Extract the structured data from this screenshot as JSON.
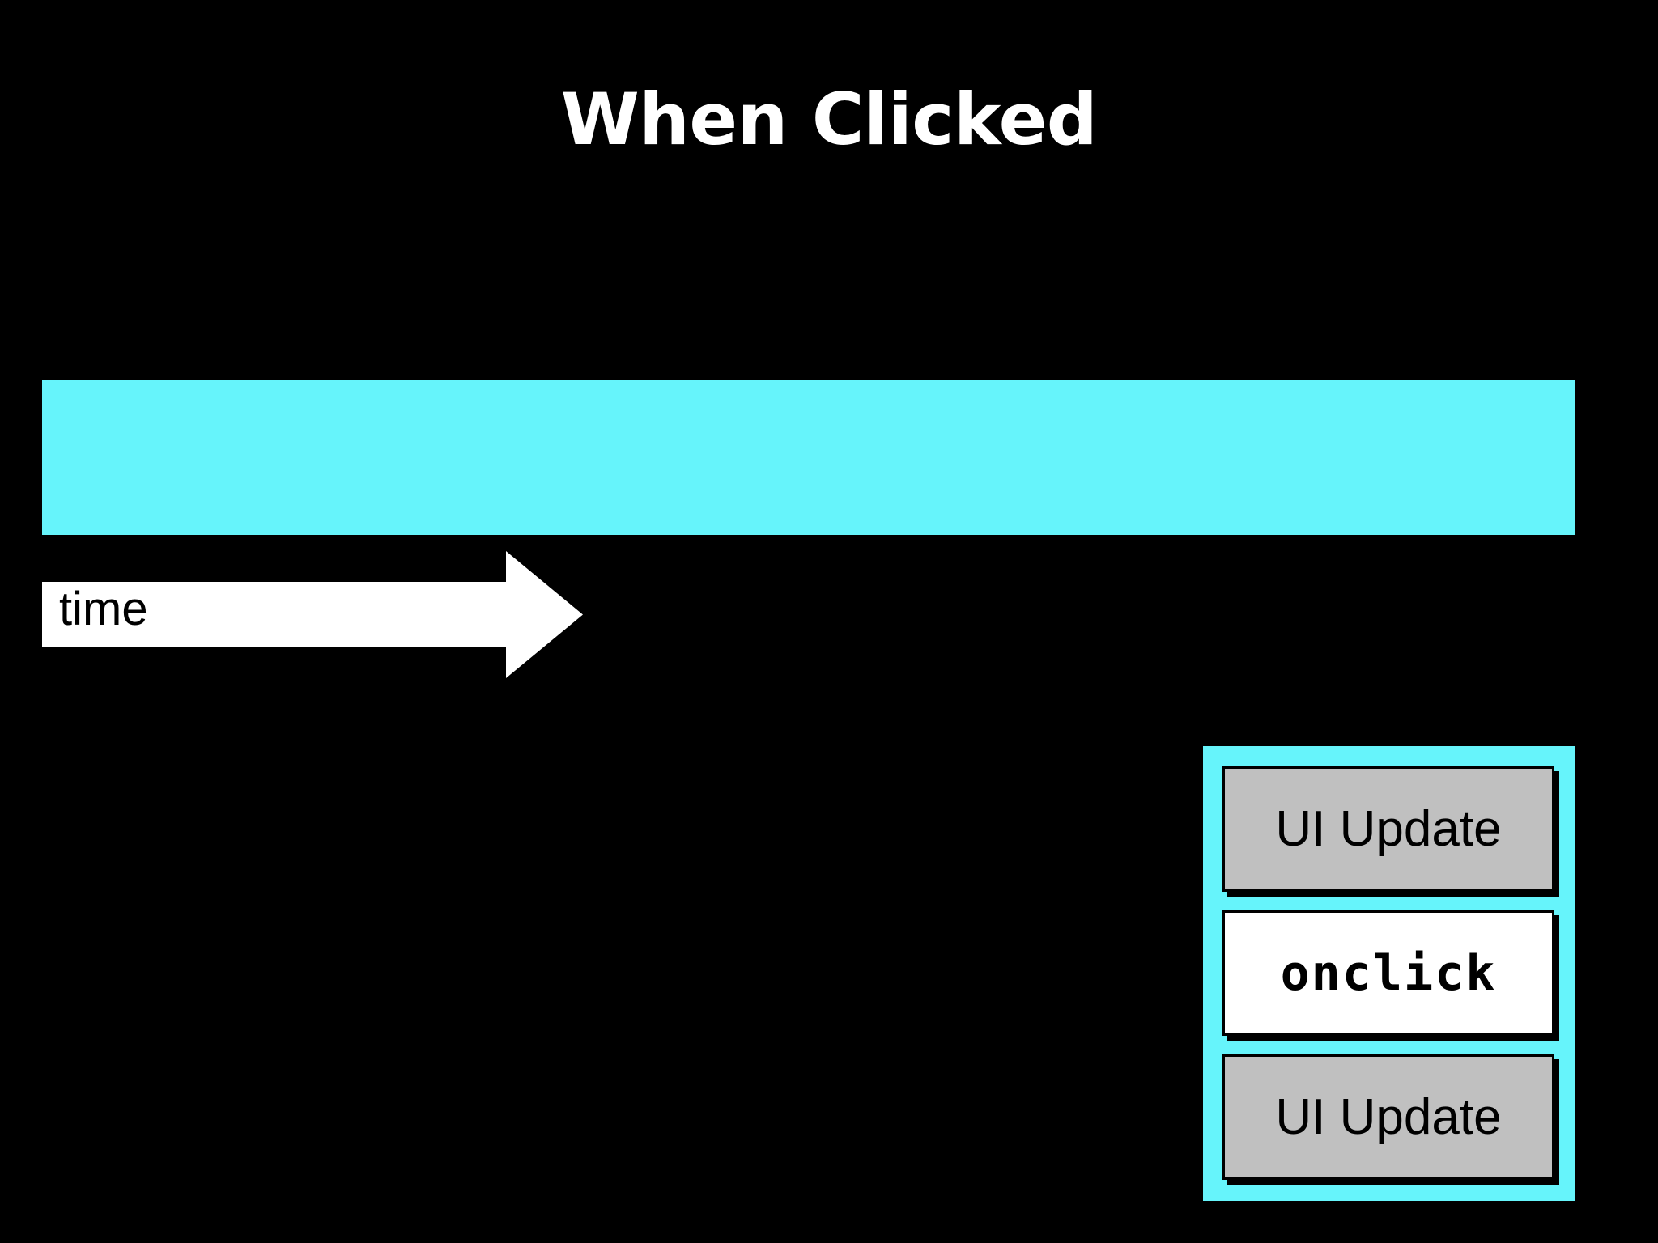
{
  "slide": {
    "title": "When Clicked",
    "background_color": "#000000",
    "title_color": "#ffffff"
  },
  "timeline": {
    "bar_color": "#66f4fb",
    "arrow": {
      "label": "time",
      "color": "#ffffff",
      "label_color": "#000000",
      "direction": "right"
    }
  },
  "event_stack": {
    "container_color": "#66f4fb",
    "boxes": [
      {
        "label": "UI Update",
        "kind": "ui",
        "fill": "#c0c0c0"
      },
      {
        "label": "onclick",
        "kind": "code",
        "fill": "#ffffff"
      },
      {
        "label": "UI Update",
        "kind": "ui",
        "fill": "#c0c0c0"
      }
    ]
  }
}
